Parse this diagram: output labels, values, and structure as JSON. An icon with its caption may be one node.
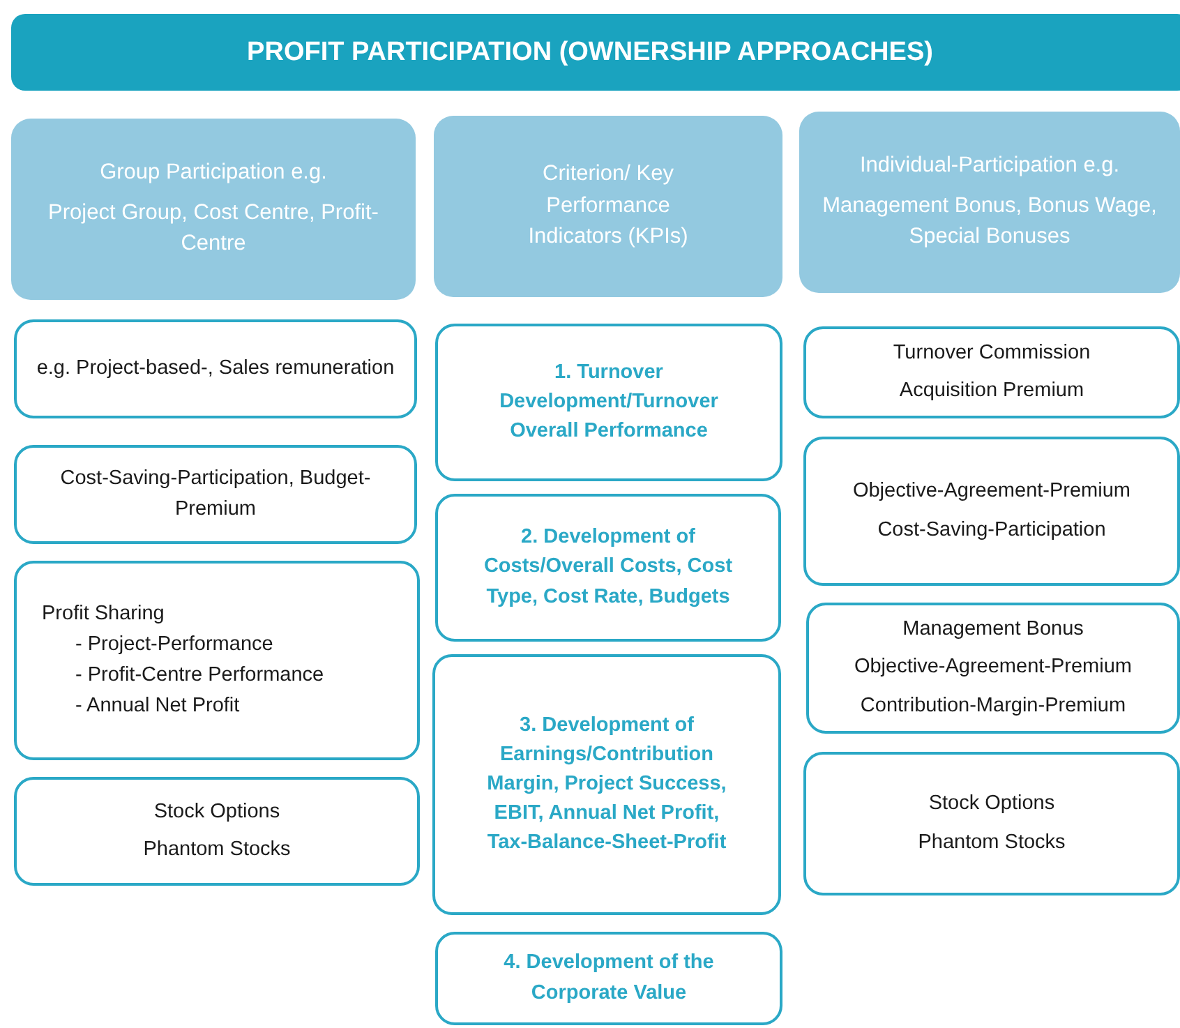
{
  "diagram": {
    "title": "PROFIT PARTICIPATION (OWNERSHIP APPROACHES)",
    "nodes": [
      {
        "text": [
          "Group Participation e.g.",
          "Project Group, Cost Centre, Profit-Centre"
        ]
      },
      {
        "text": [
          "Criterion/ Key Performance Indicators (KPIs)"
        ]
      },
      {
        "text": [
          "Individual-Participation e.g.",
          "Management Bonus, Bonus Wage, Special Bonuses"
        ]
      },
      {
        "text": [
          "e.g. Project-based-, Sales remuneration"
        ]
      },
      {
        "text": [
          "1. Turnover Development/Turnover Overall Performance"
        ]
      },
      {
        "text": [
          "Turnover Commission",
          "Acquisition Premium"
        ]
      },
      {
        "text": [
          "Cost-Saving-Participation, Budget-Premium"
        ]
      },
      {
        "text": [
          "2. Development of Costs/Overall Costs, Cost Type, Cost Rate, Budgets"
        ]
      },
      {
        "text": [
          "Objective-Agreement-Premium",
          "Cost-Saving-Participation"
        ]
      },
      {
        "text": [
          "Profit Sharing",
          "- Project-Performance",
          "- Profit-Centre Performance",
          "- Annual Net Profit"
        ]
      },
      {
        "text": [
          "3. Development of Earnings/Contribution Margin, Project Success, EBIT, Annual Net Profit, Tax-Balance-Sheet-Profit"
        ]
      },
      {
        "text": [
          "Management Bonus",
          "Objective-Agreement-Premium",
          "Contribution-Margin-Premium"
        ]
      },
      {
        "text": [
          "Stock Options",
          "Phantom Stocks"
        ]
      },
      {
        "text": [
          "4. Development of the Corporate Value"
        ]
      },
      {
        "text": [
          "Stock Options",
          "Phantom Stocks"
        ]
      }
    ]
  }
}
